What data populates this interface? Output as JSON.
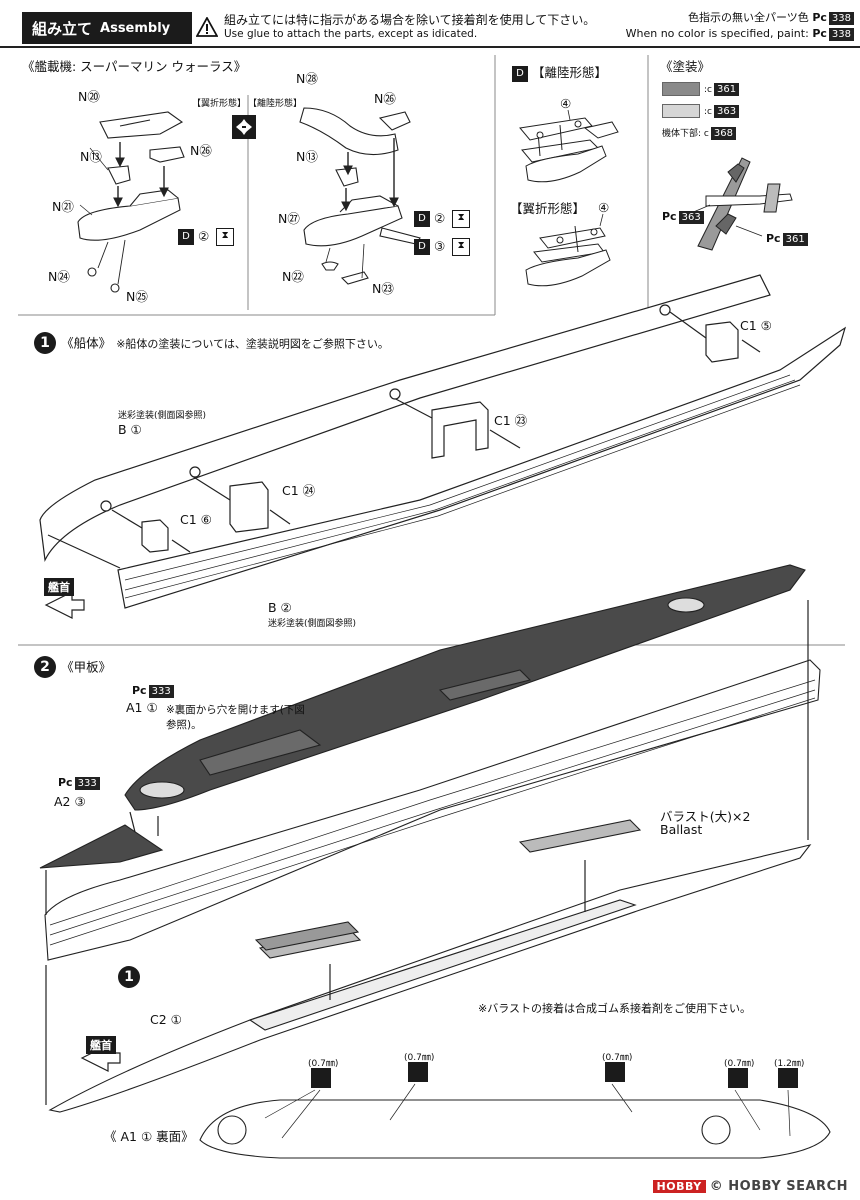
{
  "header": {
    "title_jp": "組み立て",
    "title_en": "Assembly",
    "warning_jp": "組み立てには特に指示がある場合を除いて接着剤を使用して下さい。",
    "warning_en": "Use glue to attach the parts, except as idicated.",
    "default_color_jp": "色指示の無い全パーツ色",
    "default_color_en": "When no color is specified, paint:",
    "default_color_code": "338"
  },
  "aircraft": {
    "section_title": "《艦載機: スーパーマリン ウォーラス》",
    "wing_folded_label": "【翼折形態】",
    "takeoff_label": "【離陸形態】",
    "parts": {
      "n20": "N⑳",
      "n13a": "N⑬",
      "n26a": "N㉖",
      "n21": "N㉑",
      "d2a": "②",
      "n24": "N㉔",
      "n25": "N㉕",
      "n28": "N㉘",
      "n26b": "N㉖",
      "n13b": "N⑬",
      "n27": "N㉗",
      "d2b": "②",
      "d3": "③",
      "n22": "N㉒",
      "n23": "N㉓"
    },
    "right_takeoff": "【離陸形態】",
    "right_folded": "【翼折形態】",
    "part4a": "④",
    "part4b": "④"
  },
  "painting": {
    "title": "《塗装》",
    "color1": "361",
    "color2": "363",
    "underside_label": "機体下部:",
    "underside_code": "368",
    "callout1": "363",
    "callout2": "361",
    "swatch1_hex": "#8a8a8a",
    "swatch2_hex": "#d6d6d6"
  },
  "step1": {
    "num": "1",
    "title": "《船体》",
    "note": "※船体の塗装については、塗装説明図をご参照下さい。",
    "c1_5": "C1 ⑤",
    "c1_23": "C1 ㉓",
    "c1_24": "C1 ㉔",
    "c1_6": "C1 ⑥",
    "b1_note": "迷彩塗装(側面図参照)",
    "b1": "B ①",
    "b2": "B ②",
    "b2_note": "迷彩塗装(側面図参照)",
    "bow": "艦首"
  },
  "step2": {
    "num": "2",
    "title": "《甲板》",
    "a1_code": "333",
    "a1": "A1 ①",
    "a1_note": "※裏面から穴を開けます(下図参照)。",
    "a2_code": "333",
    "a2": "A2 ③",
    "ballast_jp": "バラスト(大)×2",
    "ballast_en": "Ballast",
    "step_ref": "1",
    "c2": "C2 ①",
    "ballast_note": "※バラストの接着は合成ゴム系接着剤をご使用下さい。",
    "bow": "艦首",
    "underside_label": "《 A1 ① 裏面》",
    "drill_sizes": [
      "(0.7㎜)",
      "(0.7㎜)",
      "(0.7㎜)",
      "(0.7㎜)",
      "(1.2㎜)"
    ]
  },
  "watermark": {
    "logo": "HOBBY",
    "text": "© HOBBY SEARCH"
  }
}
